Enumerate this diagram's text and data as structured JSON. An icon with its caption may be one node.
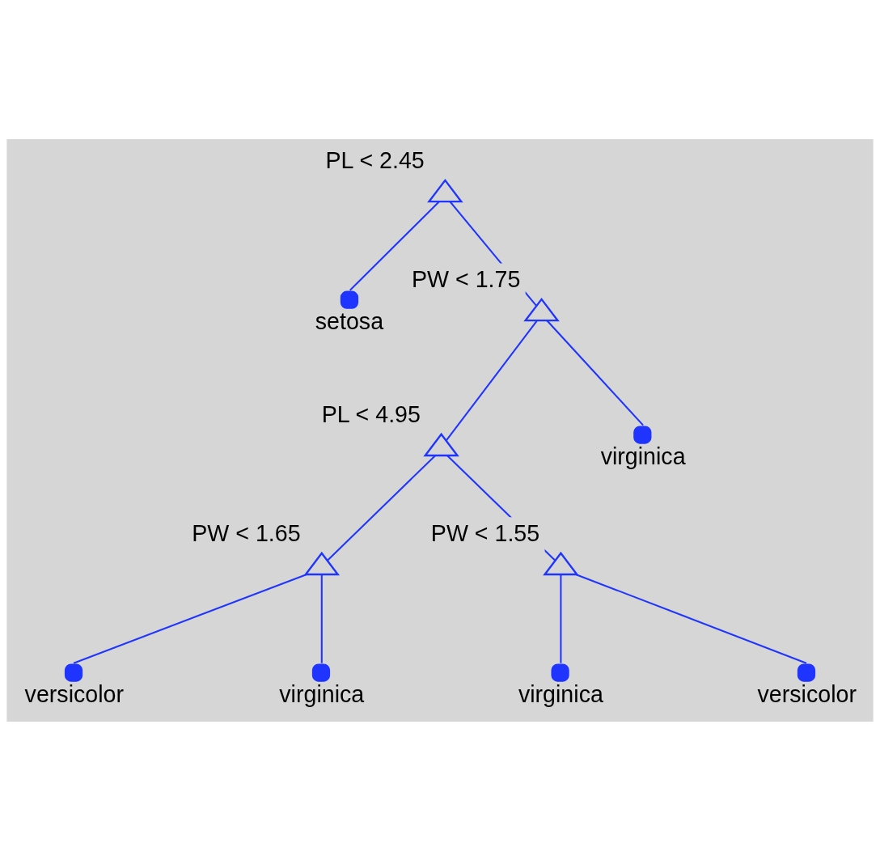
{
  "diagram": {
    "nodes": [
      {
        "text": [
          "PL < 2.45"
        ]
      },
      {
        "text": [
          "setosa"
        ]
      },
      {
        "text": [
          "PW < 1.75"
        ]
      },
      {
        "text": [
          "PL < 4.95"
        ]
      },
      {
        "text": [
          "virginica"
        ]
      },
      {
        "text": [
          "PW < 1.65"
        ]
      },
      {
        "text": [
          "PW < 1.55"
        ]
      },
      {
        "text": [
          "versicolor"
        ]
      },
      {
        "text": [
          "virginica"
        ]
      },
      {
        "text": [
          "virginica"
        ]
      },
      {
        "text": [
          "versicolor"
        ]
      }
    ],
    "edges": [
      {
        "from": 0,
        "to": 1,
        "arrow": "none"
      },
      {
        "from": 0,
        "to": 2,
        "arrow": "none"
      },
      {
        "from": 2,
        "to": 3,
        "arrow": "none"
      },
      {
        "from": 2,
        "to": 4,
        "arrow": "none"
      },
      {
        "from": 3,
        "to": 5,
        "arrow": "none"
      },
      {
        "from": 3,
        "to": 6,
        "arrow": "none"
      },
      {
        "from": 5,
        "to": 7,
        "arrow": "none"
      },
      {
        "from": 5,
        "to": 8,
        "arrow": "none"
      },
      {
        "from": 6,
        "to": 9,
        "arrow": "none"
      },
      {
        "from": 6,
        "to": 10,
        "arrow": "none"
      }
    ]
  }
}
